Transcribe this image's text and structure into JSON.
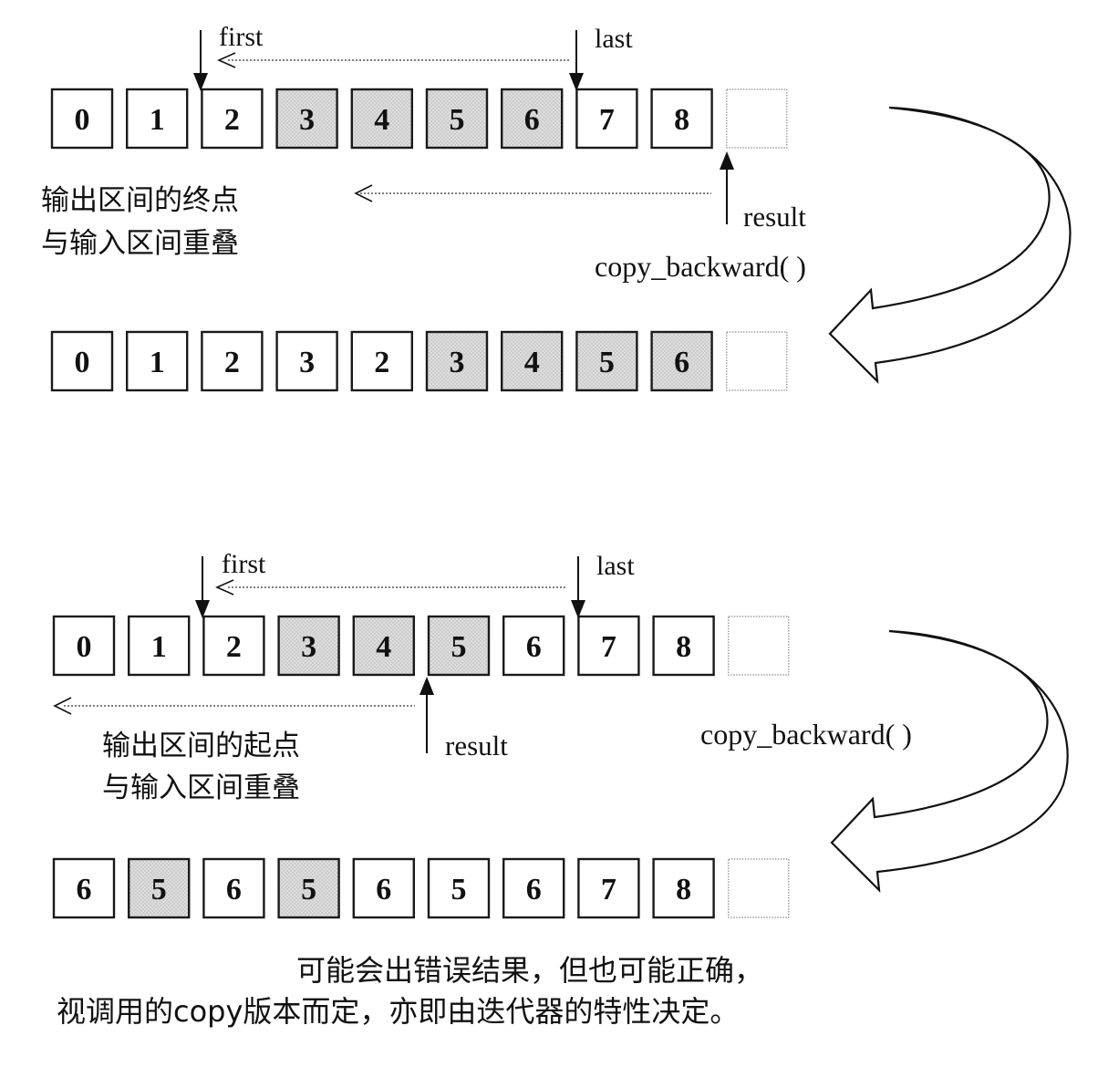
{
  "colors": {
    "ink": "#111111",
    "cell_border": "#1a1a1a",
    "cell_fill": "#ffffff",
    "shaded_fill": "#dcdcdc",
    "empty_border": "#8a8a8a",
    "dotted_line": "#555555"
  },
  "panel1": {
    "labels": {
      "first": "first",
      "last": "last",
      "result": "result",
      "function": "copy_backward( )",
      "note_line1": "输出区间的终点",
      "note_line2": "与输入区间重叠"
    },
    "row_before": [
      {
        "value": "0",
        "shaded": false
      },
      {
        "value": "1",
        "shaded": false
      },
      {
        "value": "2",
        "shaded": false
      },
      {
        "value": "3",
        "shaded": true
      },
      {
        "value": "4",
        "shaded": true
      },
      {
        "value": "5",
        "shaded": true
      },
      {
        "value": "6",
        "shaded": true
      },
      {
        "value": "7",
        "shaded": false
      },
      {
        "value": "8",
        "shaded": false
      },
      {
        "value": "",
        "empty": true
      }
    ],
    "row_after": [
      {
        "value": "0",
        "shaded": false
      },
      {
        "value": "1",
        "shaded": false
      },
      {
        "value": "2",
        "shaded": false
      },
      {
        "value": "3",
        "shaded": false
      },
      {
        "value": "2",
        "shaded": false
      },
      {
        "value": "3",
        "shaded": true
      },
      {
        "value": "4",
        "shaded": true
      },
      {
        "value": "5",
        "shaded": true
      },
      {
        "value": "6",
        "shaded": true
      },
      {
        "value": "",
        "empty": true
      }
    ]
  },
  "panel2": {
    "labels": {
      "first": "first",
      "last": "last",
      "result": "result",
      "function": "copy_backward( )",
      "note_line1": "输出区间的起点",
      "note_line2": "与输入区间重叠"
    },
    "row_before": [
      {
        "value": "0",
        "shaded": false
      },
      {
        "value": "1",
        "shaded": false
      },
      {
        "value": "2",
        "shaded": false
      },
      {
        "value": "3",
        "shaded": true
      },
      {
        "value": "4",
        "shaded": true
      },
      {
        "value": "5",
        "shaded": true
      },
      {
        "value": "6",
        "shaded": false
      },
      {
        "value": "7",
        "shaded": false
      },
      {
        "value": "8",
        "shaded": false
      },
      {
        "value": "",
        "empty": true
      }
    ],
    "row_after": [
      {
        "value": "6",
        "shaded": false
      },
      {
        "value": "5",
        "shaded": true
      },
      {
        "value": "6",
        "shaded": false
      },
      {
        "value": "5",
        "shaded": true
      },
      {
        "value": "6",
        "shaded": false
      },
      {
        "value": "5",
        "shaded": false
      },
      {
        "value": "6",
        "shaded": false
      },
      {
        "value": "7",
        "shaded": false
      },
      {
        "value": "8",
        "shaded": false
      },
      {
        "value": "",
        "empty": true
      }
    ]
  },
  "caption": {
    "line1": "可能会出错误结果，但也可能正确，",
    "line2": "视调用的copy版本而定，亦即由迭代器的特性决定。"
  }
}
